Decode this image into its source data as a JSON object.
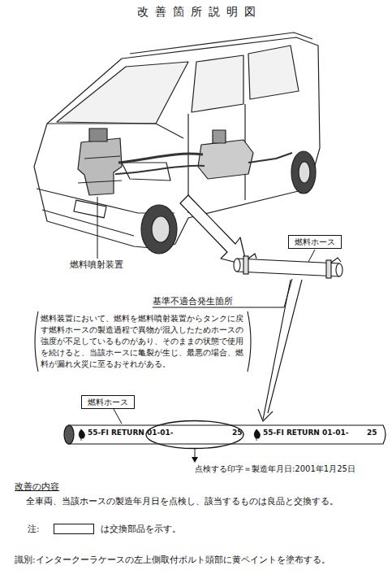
{
  "diagram": {
    "title": "改善箇所説明図",
    "nodes": [
      {
        "text": [
          "燃料ホース"
        ]
      },
      {
        "text": [
          "燃料装置において、燃料を燃料噴射装置からタンクに戻す燃料ホースの製造過程で異物が混入したためホースの強度が不足しているものがあり、そのままの状態で使用を続けると、当該ホースに亀裂が生じ、最悪の場合、燃料が漏れ火災に至るおそれがある。"
        ]
      },
      {
        "text": [
          "燃料ホース"
        ]
      }
    ],
    "labels": [
      "燃料噴射装置",
      "基準不適合発生箇所",
      "55-FI RETURN 01-01-",
      "25",
      "55-FI RETURN 01-01-",
      "25",
      "点検する印字＝製造年月日:2001年1月25日",
      "改善の内容",
      "全車両、当該ホースの製造年月日を点検し、該当するものは良品と交換する。",
      "注:",
      "識別:インタークーラケースの左上側取付ボルト頭部に黄ペイントを塗布する。"
    ],
    "legend": [
      {
        "text": "は交換部品を示す。"
      }
    ]
  }
}
